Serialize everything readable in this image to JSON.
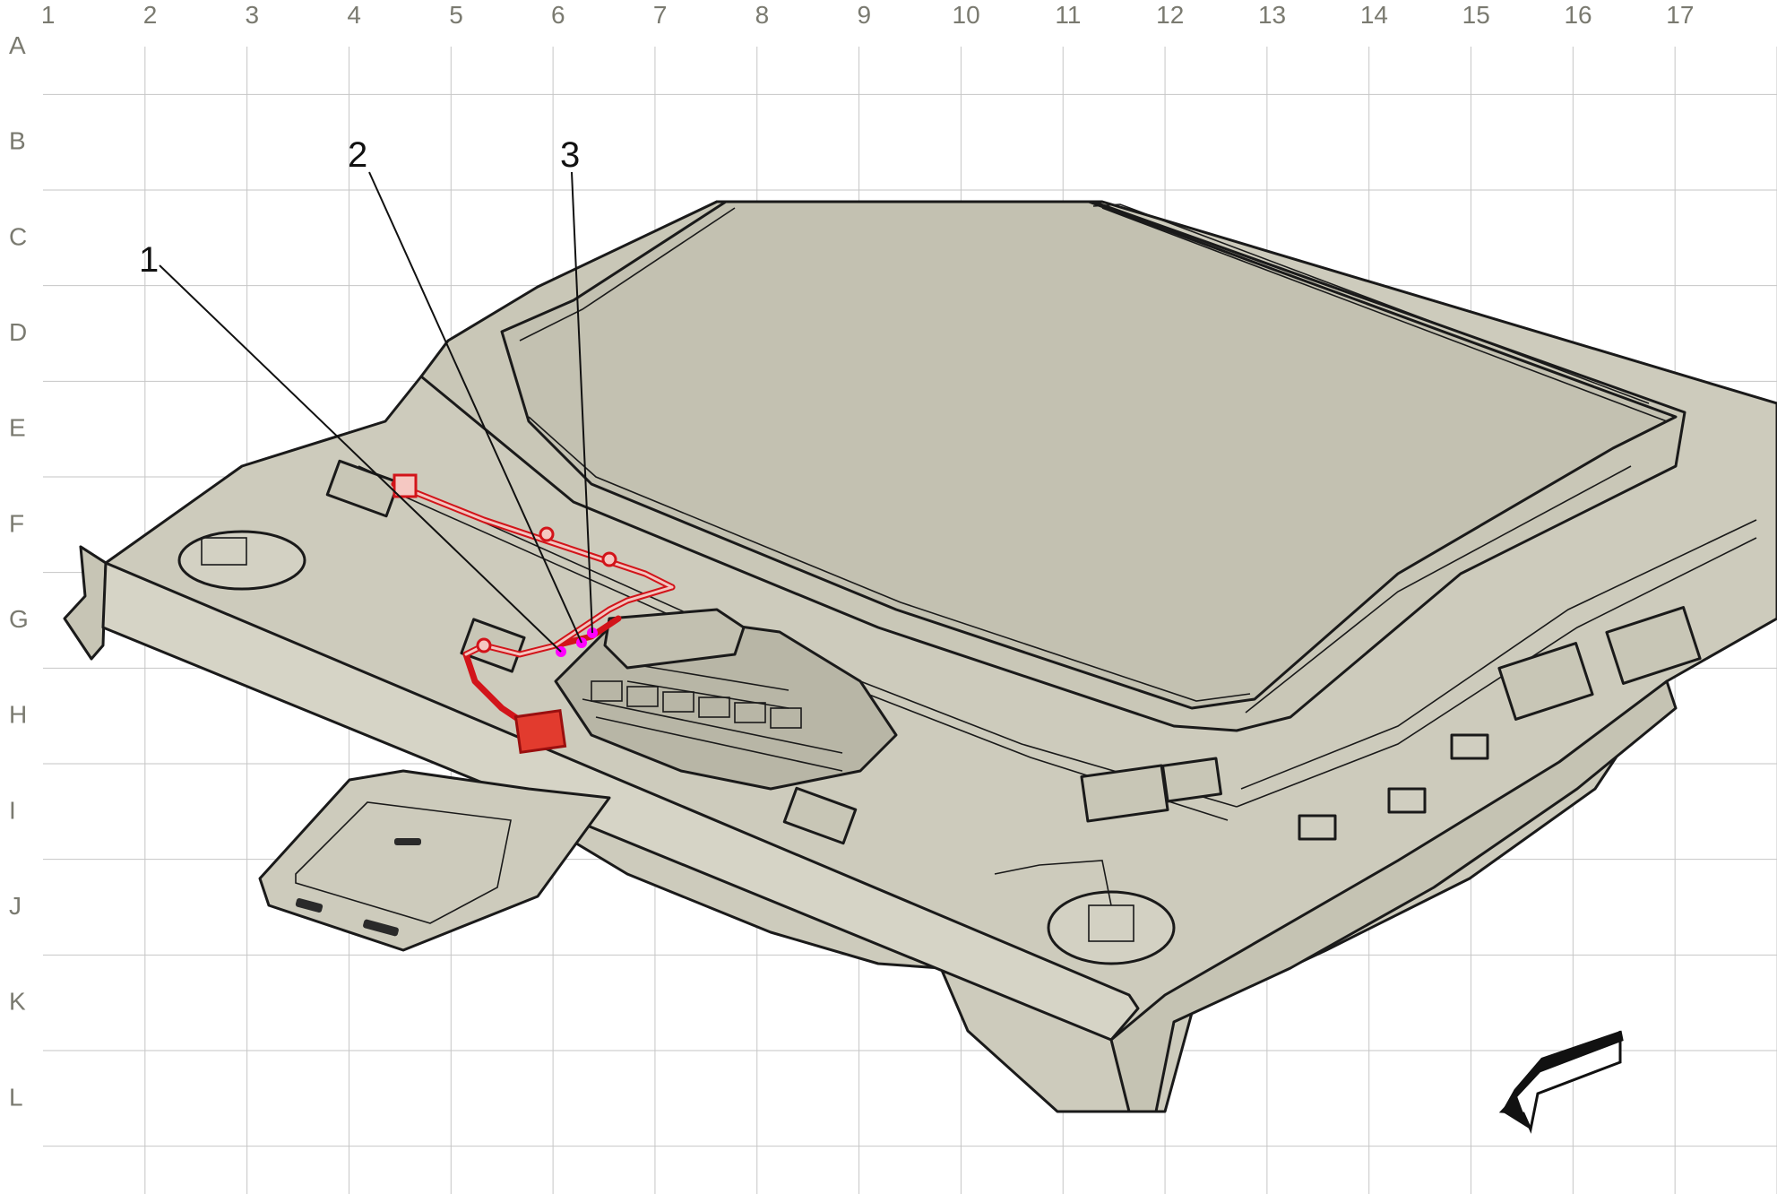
{
  "grid": {
    "columns": [
      "1",
      "2",
      "3",
      "4",
      "5",
      "6",
      "7",
      "8",
      "9",
      "10",
      "11",
      "12",
      "13",
      "14",
      "15",
      "16",
      "17"
    ],
    "rows": [
      "A",
      "B",
      "C",
      "D",
      "E",
      "F",
      "G",
      "H",
      "I",
      "J",
      "K",
      "L"
    ]
  },
  "callouts": [
    {
      "label": "1"
    },
    {
      "label": "2"
    },
    {
      "label": "3"
    }
  ],
  "colors": {
    "body_fill": "#cdcbbc",
    "glass_fill": "#c9c7b7",
    "harness": "#d2141a",
    "connector_marker": "#ff00ff",
    "outline": "#1a1a1a",
    "grid": "#c6c6c6"
  },
  "icons": {
    "front_direction": "arrow-icon"
  }
}
